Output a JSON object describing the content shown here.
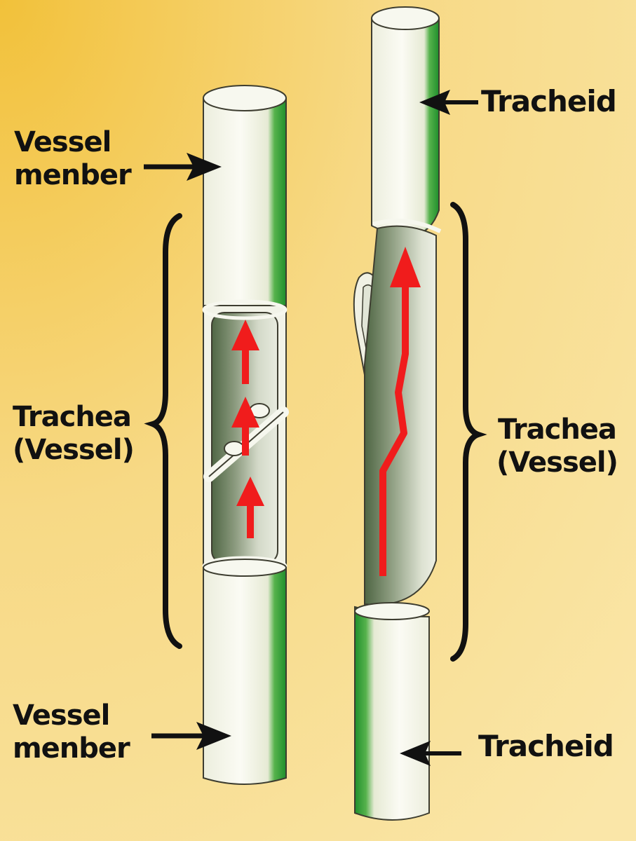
{
  "labels": {
    "vessel_member_top": {
      "line1": "Vessel",
      "line2": "menber"
    },
    "vessel_member_bottom": {
      "line1": "Vessel",
      "line2": "menber"
    },
    "trachea_left": {
      "line1": "Trachea",
      "line2": "(Vessel)"
    },
    "trachea_right": {
      "line1": "Trachea",
      "line2": "(Vessel)"
    },
    "tracheid_top": "Tracheid",
    "tracheid_bottom": "Tracheid"
  },
  "colors": {
    "background_top_left": "#F2C13A",
    "background_bottom_right": "#FAE6A8",
    "tube_white": "#F4F5EA",
    "tube_green": "#2E9E32",
    "interior_dark": "#5E7250",
    "interior_light": "#D9DECF",
    "arrow_red": "#F01C1C",
    "pointer": "#111111"
  }
}
